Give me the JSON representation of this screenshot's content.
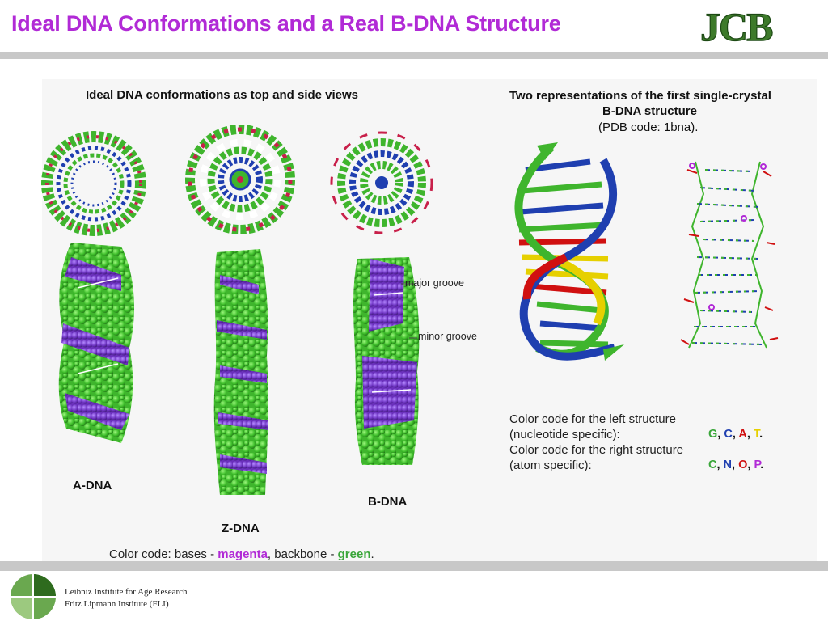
{
  "slide": {
    "title": "Ideal DNA Conformations and a Real B-DNA Structure",
    "logo": "JCB"
  },
  "left_panel": {
    "heading": "Ideal DNA conformations as top and side views",
    "labels": {
      "a_dna": "A-DNA",
      "z_dna": "Z-DNA",
      "b_dna": "B-DNA"
    },
    "annotations": {
      "major": "major groove",
      "minor": "minor groove"
    },
    "color_code": {
      "prefix": "Color code: bases - ",
      "bases_word": "magenta",
      "middle": ", backbone - ",
      "backbone_word": "green",
      "suffix": "."
    }
  },
  "right_panel": {
    "heading_line1": "Two representations of the first single-crystal",
    "heading_line2": "B-DNA structure",
    "heading_line3": "(PDB code: 1bna).",
    "color_code": {
      "line1": "Color code for the left structure",
      "line2": "(nucleotide specific):",
      "line3": "Color code for the right structure",
      "line4": "(atom specific):",
      "nucleotide_letters": [
        "G",
        "C",
        "A",
        "T"
      ],
      "atom_letters": [
        "C",
        "N",
        "O",
        "P"
      ]
    }
  },
  "footer": {
    "institute_line1": "Leibniz Institute for Age Research",
    "institute_line2": "Fritz Lipmann Institute (FLI)"
  },
  "colors": {
    "title": "#b12ad6",
    "logo_green": "#3d7a2a",
    "bar_gray": "#c8c8c8",
    "magenta": "#b12ad6",
    "green": "#3aa63a",
    "purple": "#7a3fc4",
    "G": "#3aa63a",
    "C": "#1f3fb0",
    "A": "#d01010",
    "T": "#e6d000",
    "atom_C": "#3aa63a",
    "atom_N": "#1f3fb0",
    "atom_O": "#d01010",
    "atom_P": "#b12ad6"
  }
}
